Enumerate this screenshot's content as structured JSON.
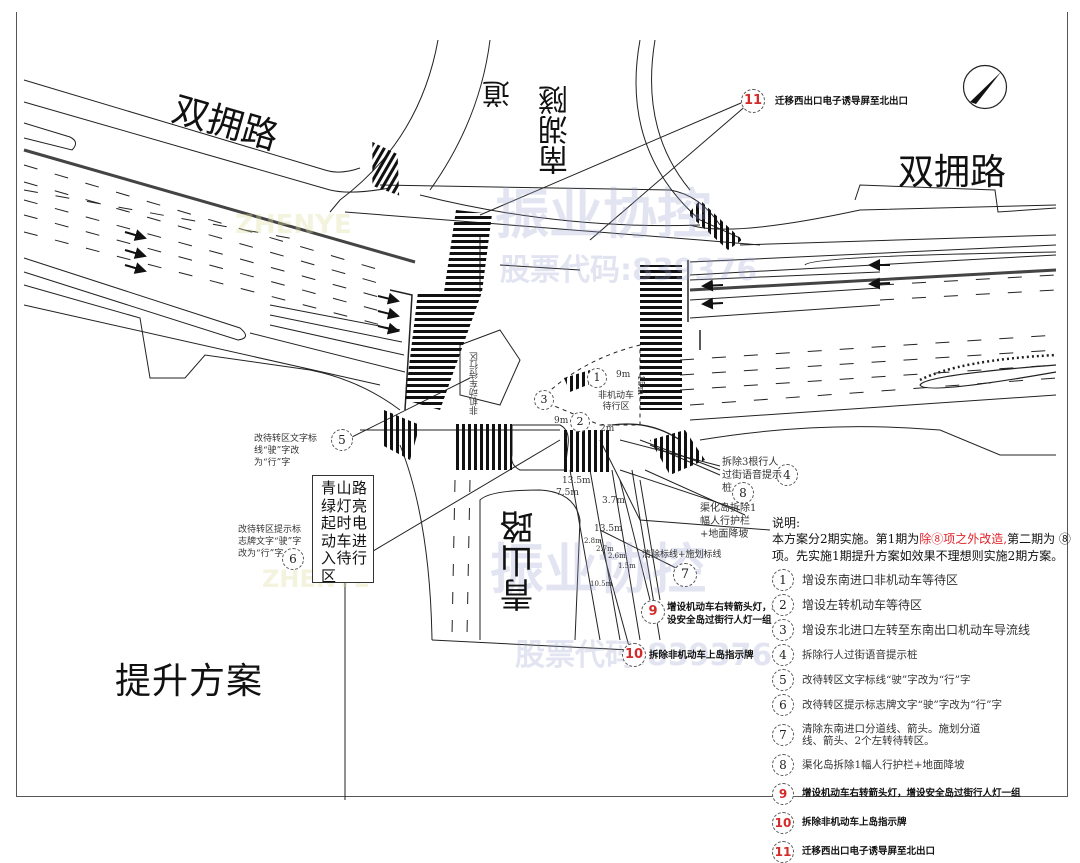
{
  "drawing": {
    "title": "提升方案",
    "road_names": {
      "west_road": "双拥路",
      "east_road": "双拥路",
      "north_tunnel_part1": "南湖隧",
      "north_tunnel_part2": "道",
      "south_road": "青山路"
    },
    "watermark": {
      "cn_name": "振业协控",
      "stock_code": "股票代码:839376",
      "en_name": "ZHENYE"
    },
    "sign_box": {
      "lines": [
        "青山路",
        "绿灯亮",
        "起时电",
        "动车进",
        "入待行",
        "区"
      ]
    },
    "inner_labels": {
      "nonmotor_wait_zone": "非机动车待行区",
      "nonmotor_wait_zone_old": "非机动车待行区",
      "dim_9m_a": "9m",
      "dim_9m_b": "9m",
      "dim_2m": "2m",
      "dim_15m": "15m",
      "dim_13_5m_a": "13.5m",
      "dim_7_5m": "7.5m",
      "dim_3_7m": "3.7m",
      "dim_13_5m_b": "13.5m",
      "dim_2_8m": "2.8m",
      "dim_2_7m": "2.7m",
      "dim_2_6m": "2.6m",
      "dim_1_5m": "1.5m",
      "dim_10_5m": "10.5m"
    },
    "callouts": [
      {
        "num": "1",
        "text": "",
        "red": false
      },
      {
        "num": "2",
        "text": "",
        "red": false
      },
      {
        "num": "3",
        "text": "",
        "red": false
      },
      {
        "num": "4",
        "text": "拆除3根行人过街语音提示桩",
        "red": false
      },
      {
        "num": "5",
        "text": "改待转区文字标线“驶”字改为“行”字",
        "red": false
      },
      {
        "num": "6",
        "text": "改待转区提示标志牌文字“驶”字改为“行”字",
        "red": false
      },
      {
        "num": "7",
        "text": "清除标线+施划标线",
        "red": false
      },
      {
        "num": "8",
        "text": "渠化岛拆除1幅人行护栏+地面降坡",
        "red": false
      },
      {
        "num": "9",
        "text": "增设机动车右转箭头灯，增设安全岛过街行人灯一组",
        "red": true
      },
      {
        "num": "10",
        "text": "拆除非机动车上岛指示牌",
        "red": true
      },
      {
        "num": "11",
        "text": "迁移西出口电子诱导屏至北出口",
        "red": true
      }
    ],
    "notes": {
      "title": "说明:",
      "desc_prefix": "本方案分2期实施。第1期为",
      "desc_highlight": "除⑧项之外改造,",
      "desc_suffix": "第二期为 ⑧ 项。先实施1期提升方案如效果不理想则实施2期方案。",
      "items": [
        {
          "num": "1",
          "text": "增设东南进口非机动车等待区",
          "red": false
        },
        {
          "num": "2",
          "text": "增设左转机动车等待区",
          "red": false
        },
        {
          "num": "3",
          "text": "增设东北进口左转至东南出口机动车导流线",
          "red": false
        },
        {
          "num": "4",
          "text": "拆除行人过街语音提示桩",
          "red": false
        },
        {
          "num": "5",
          "text": "改待转区文字标线“驶”字改为“行”字",
          "red": false
        },
        {
          "num": "6",
          "text": "改待转区提示标志牌文字“驶”字改为“行”字",
          "red": false
        },
        {
          "num": "7",
          "text": "清除东南进口分道线、箭头。施划分道线、箭头、2个左转待转区。",
          "red": false
        },
        {
          "num": "8",
          "text": "渠化岛拆除1幅人行护栏+地面降坡",
          "red": false
        },
        {
          "num": "9",
          "text": "增设机动车右转箭头灯，增设安全岛过街行人灯一组",
          "red": true
        },
        {
          "num": "10",
          "text": "拆除非机动车上岛指示牌",
          "red": true
        },
        {
          "num": "11",
          "text": "迁移西出口电子诱导屏至北出口",
          "red": true
        }
      ]
    },
    "colors": {
      "line": "#222222",
      "callout_red": "#d42a2a",
      "highlight_red": "#e0232a",
      "watermark_blue": "#96a0cd"
    }
  }
}
